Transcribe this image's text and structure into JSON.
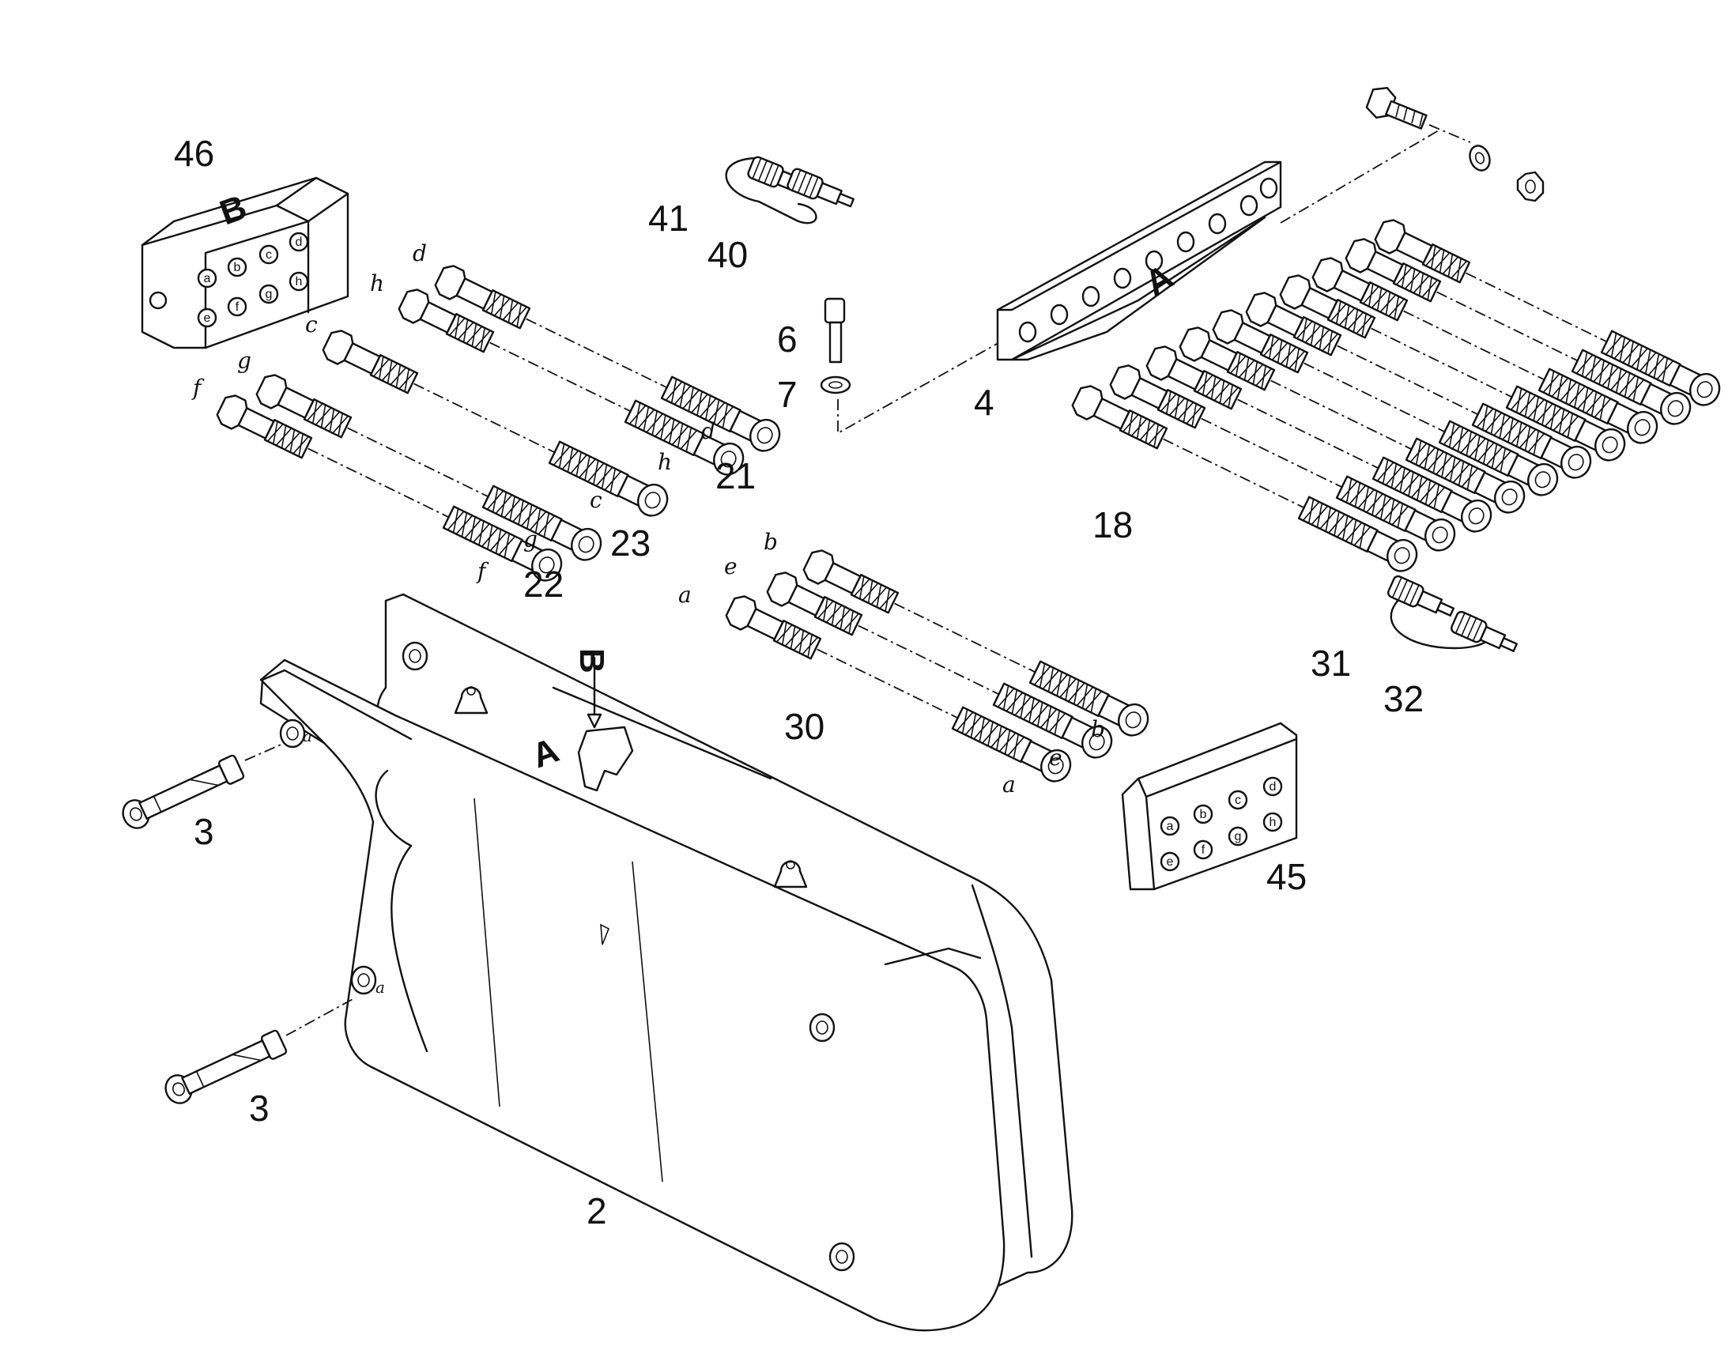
{
  "callouts": {
    "c46": "46",
    "c41": "41",
    "c40": "40",
    "c6": "6",
    "c7": "7",
    "c4": "4",
    "c21": "21",
    "c23": "23",
    "c22": "22",
    "c18": "18",
    "c30": "30",
    "c31": "31",
    "c32": "32",
    "c3a": "3",
    "c3b": "3",
    "c45": "45",
    "c2": "2"
  },
  "letters": {
    "l_d1": "d",
    "l_h1": "h",
    "l_c1": "c",
    "l_g1": "g",
    "l_f1": "f",
    "l_d2": "d",
    "l_h2": "h",
    "l_c2": "c",
    "l_g2": "g",
    "l_f2": "f",
    "l_b1": "b",
    "l_e1": "e",
    "l_a1": "a",
    "l_a2": "a",
    "l_e2": "e",
    "l_b2": "b"
  },
  "block_markings": {
    "block46_label": "B",
    "block46_ports": [
      "a",
      "b",
      "c",
      "d",
      "e",
      "f",
      "g",
      "h"
    ],
    "block45_ports": [
      "a",
      "b",
      "c",
      "d",
      "e",
      "f",
      "g",
      "h"
    ],
    "rail_label": "A",
    "tank_label_a": "A",
    "section_label_b": "B"
  }
}
